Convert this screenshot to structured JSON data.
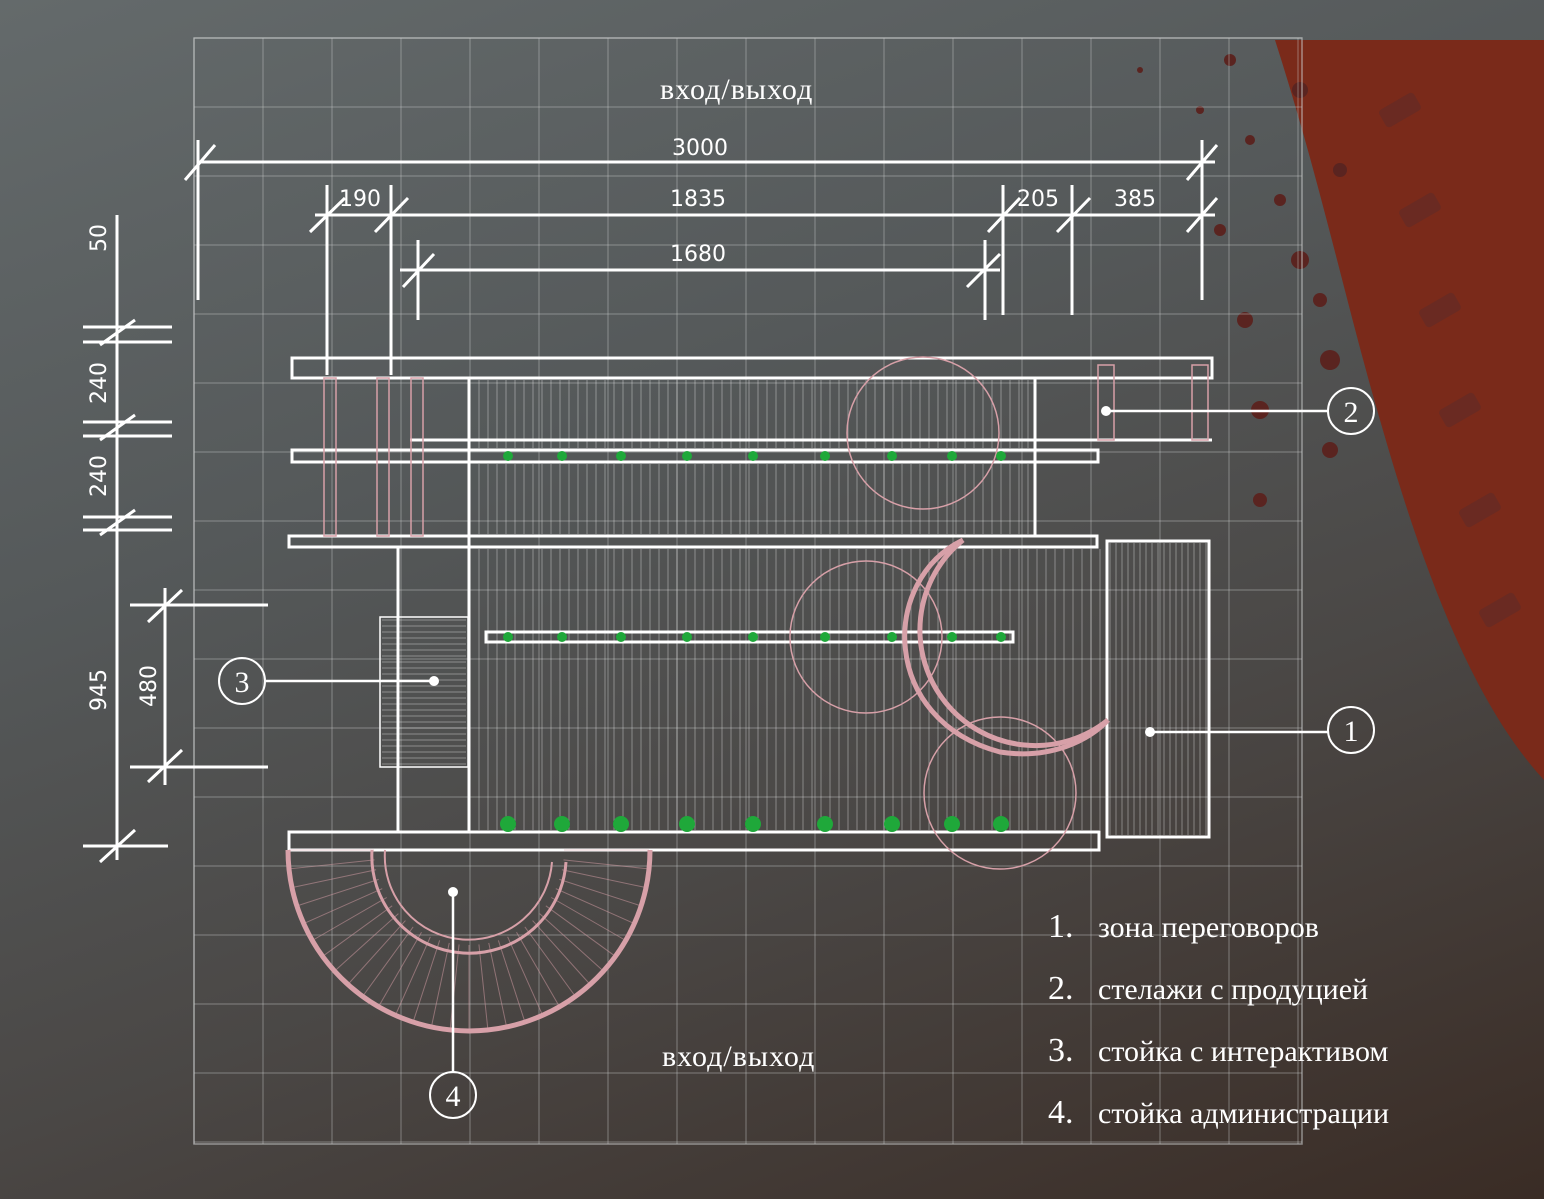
{
  "plan": {
    "entrance_top": "вход/выход",
    "entrance_bottom": "вход/выход",
    "dims_horizontal": [
      "3000",
      "190",
      "1835",
      "205",
      "385",
      "1680"
    ],
    "dims_vertical": [
      "50",
      "240",
      "240",
      "945",
      "480"
    ],
    "markers": [
      "1",
      "2",
      "3",
      "4"
    ]
  },
  "legend": [
    {
      "num": "1.",
      "text": "зона переговоров"
    },
    {
      "num": "2.",
      "text": "стелажи с продуцией"
    },
    {
      "num": "3.",
      "text": "стойка с интерактивом"
    },
    {
      "num": "4.",
      "text": "стойка администрации"
    }
  ],
  "colors": {
    "accent": "#7a2a1a",
    "line": "#ffffff",
    "pink": "#d7a0a8",
    "green": "#1fa83a"
  }
}
